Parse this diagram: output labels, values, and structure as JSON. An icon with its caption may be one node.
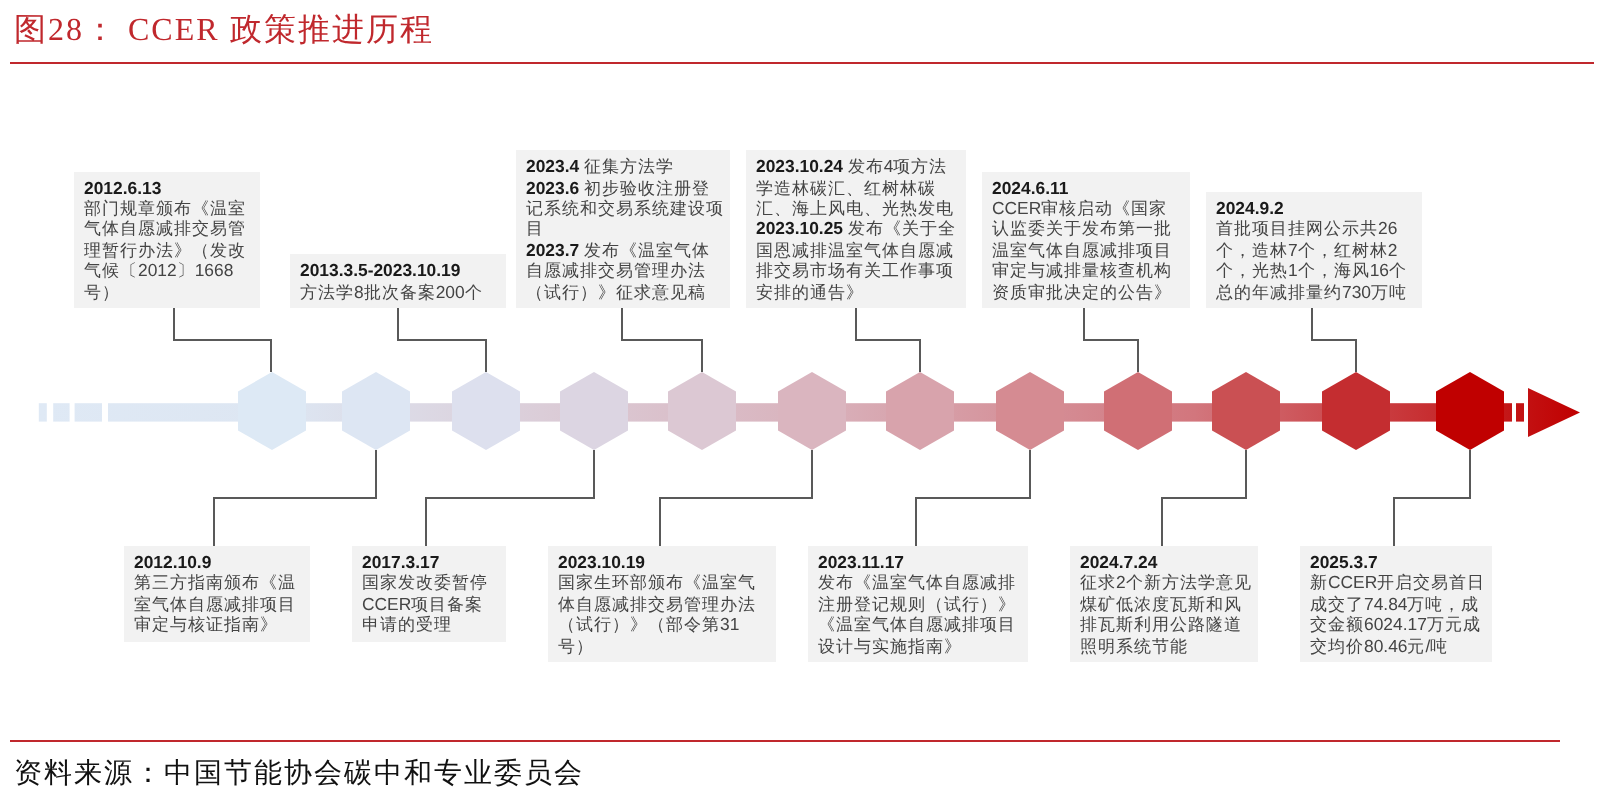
{
  "diagram": {
    "title": "图28： CCER 政策推进历程",
    "caption": "资料来源：中国节能协会碳中和专业委员会",
    "nodes": [
      {
        "text": [
          "2012.6.13",
          "部门规章颁布《温室气体自愿减排交易管理暂行办法》（发改气候〔2012〕1668号）"
        ]
      },
      {
        "text": [
          "2012.10.9",
          "第三方指南颁布《温室气体自愿减排项目审定与核证指南》"
        ]
      },
      {
        "text": [
          "2013.3.5-2023.10.19",
          "方法学8批次备案200个"
        ]
      },
      {
        "text": [
          "2017.3.17",
          "国家发改委暂停CCER项目备案申请的受理"
        ]
      },
      {
        "text": [
          "**2023.4** 征集方法学",
          "**2023.6** 初步验收注册登记系统和交易系统建设项目",
          "**2023.7** 发布《温室气体自愿减排交易管理办法（试行）》征求意见稿"
        ]
      },
      {
        "text": [
          "2023.10.19",
          "国家生环部颁布《温室气体自愿减排交易管理办法（试行）》（部令第31号）"
        ]
      },
      {
        "text": [
          "**2023.10.24** 发布4项方法学造林碳汇、红树林碳汇、海上风电、光热发电",
          "**2023.10.25** 发布《关于全国恩减排温室气体自愿减排交易市场有关工作事项安排的通告》"
        ]
      },
      {
        "text": [
          "2023.11.17",
          "发布《温室气体自愿减排注册登记规则（试行）》《温室气体自愿减排项目设计与实施指南》"
        ]
      },
      {
        "text": [
          "2024.6.11",
          "CCER审核启动《国家认监委关于发布第一批温室气体自愿减排项目审定与减排量核查机构资质审批决定的公告》"
        ]
      },
      {
        "text": [
          "2024.7.24",
          "征求2个新方法学意见煤矿低浓度瓦斯和风排瓦斯利用公路隧道照明系统节能"
        ]
      },
      {
        "text": [
          "2024.9.2",
          "首批项目挂网公示共26个，造林7个，红树林2个，光热1个，海风16个总的年减排量约730万吨"
        ]
      },
      {
        "text": [
          "2025.3.7",
          "新CCER开启交易首日成交了74.84万吨，成交金额6024.17万元成交均价80.46元/吨"
        ]
      },
      {
        "text": [],
        "shape": "hexagon"
      },
      {
        "text": [],
        "shape": "hexagon"
      },
      {
        "text": [],
        "shape": "hexagon"
      },
      {
        "text": [],
        "shape": "hexagon"
      },
      {
        "text": [],
        "shape": "hexagon"
      },
      {
        "text": [],
        "shape": "hexagon"
      },
      {
        "text": [],
        "shape": "hexagon"
      },
      {
        "text": [],
        "shape": "hexagon"
      },
      {
        "text": [],
        "shape": "hexagon"
      },
      {
        "text": [],
        "shape": "hexagon"
      },
      {
        "text": [],
        "shape": "hexagon"
      },
      {
        "text": [],
        "shape": "hexagon"
      }
    ],
    "edges": [
      {
        "from": 0,
        "to": 12,
        "arrow": "none"
      },
      {
        "from": 1,
        "to": 13,
        "arrow": "none"
      },
      {
        "from": 2,
        "to": 14,
        "arrow": "none"
      },
      {
        "from": 3,
        "to": 15,
        "arrow": "none"
      },
      {
        "from": 4,
        "to": 16,
        "arrow": "none"
      },
      {
        "from": 5,
        "to": 17,
        "arrow": "none"
      },
      {
        "from": 6,
        "to": 18,
        "arrow": "none"
      },
      {
        "from": 7,
        "to": 19,
        "arrow": "none"
      },
      {
        "from": 8,
        "to": 20,
        "arrow": "none"
      },
      {
        "from": 9,
        "to": 21,
        "arrow": "none"
      },
      {
        "from": 10,
        "to": 22,
        "arrow": "none"
      },
      {
        "from": 11,
        "to": 23,
        "arrow": "none"
      }
    ]
  }
}
